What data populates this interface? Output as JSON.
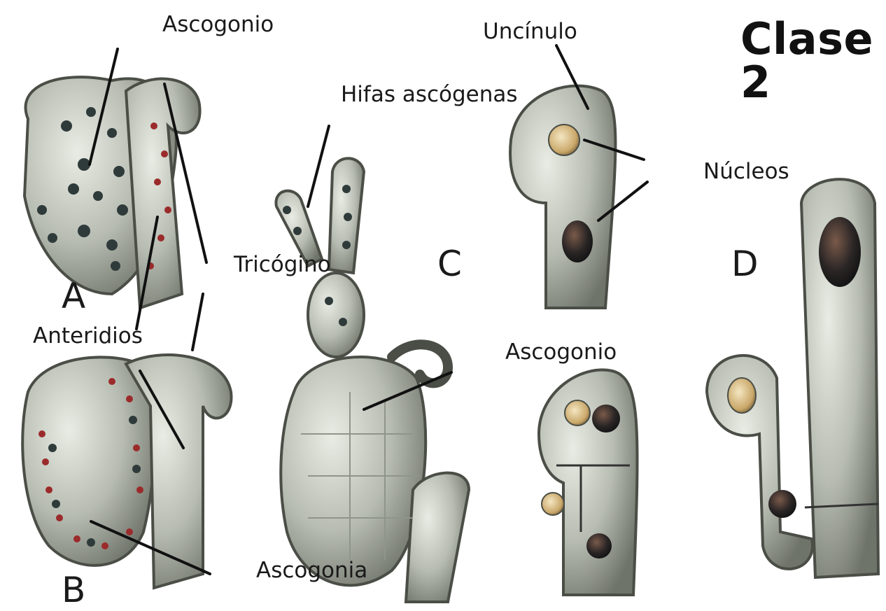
{
  "title": "Clase 2",
  "labels": {
    "ascogonio_top": "Ascogonio",
    "uncinulo": "Uncínulo",
    "hifas_ascogenas": "Hifas ascógenas",
    "nucleos": "Núcleos",
    "tricogino": "Tricógino",
    "anteridios": "Anteridios",
    "ascogonio_mid": "Ascogonio",
    "ascogonia_bottom": "Ascogonia"
  },
  "panels": {
    "a": "A",
    "b": "B",
    "c": "C",
    "d": "D"
  },
  "colors": {
    "cell_fill": "#b9bdb4",
    "cell_edge": "#4a4e46",
    "nucleus": "#2f3a3a",
    "red_dots": "#9b2b2b",
    "leader": "#111111"
  }
}
